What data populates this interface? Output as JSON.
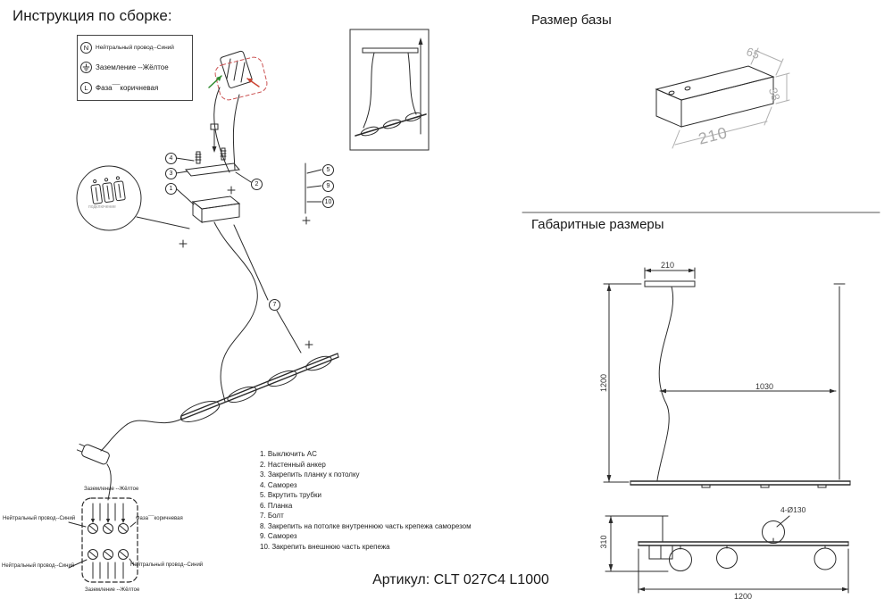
{
  "sections": {
    "assembly_title": "Инструкция по сборке:",
    "base_size_title": "Размер базы",
    "overall_title": "Габаритные размеры",
    "article": "Артикул: CLT 027C4 L1000"
  },
  "legend": {
    "neutral_symbol": "N",
    "neutral_label": "Нейтральный провод--Синий",
    "ground_label": "Заземление --Жёлтое",
    "phase_symbol": "L",
    "phase_label": "Фаза¯¯коричневая"
  },
  "steps": [
    "1. Выключить AC",
    "2. Настенный анкер",
    "3. Закрепить планку к потолку",
    "4. Саморез",
    "5. Вкрутить трубки",
    "6. Планка",
    "7. Болт",
    "8. Закрепить на потолке внутреннюю часть крепежа саморезом",
    "9. Саморез",
    "10. Закрепить внешнюю часть крепежа"
  ],
  "callouts": {
    "c1": "1",
    "c2": "2",
    "c3": "3",
    "c4": "4",
    "c5": "5",
    "c7": "7",
    "c9": "9",
    "c10": "10"
  },
  "wiring": {
    "ground_top": "Заземление --Жёлтое",
    "neutral_left": "Нейтральный провод--Синий",
    "phase_right": "Фаза¯¯коричневая",
    "neutral_bottom_left": "Нейтральный провод--Синий",
    "neutral_bottom_right": "Нейтральный провод--Синий",
    "ground_bottom": "Заземление --Жёлтое",
    "detail_caption": "подключение"
  },
  "base_dimensions": {
    "depth": "65",
    "height": "38",
    "length": "210"
  },
  "overall_dimensions": {
    "canopy_width": "210",
    "drop_height": "1200",
    "bar_span": "1030",
    "fixture_height": "310",
    "ring_diameter": "4-Ø130",
    "total_length": "1200"
  }
}
